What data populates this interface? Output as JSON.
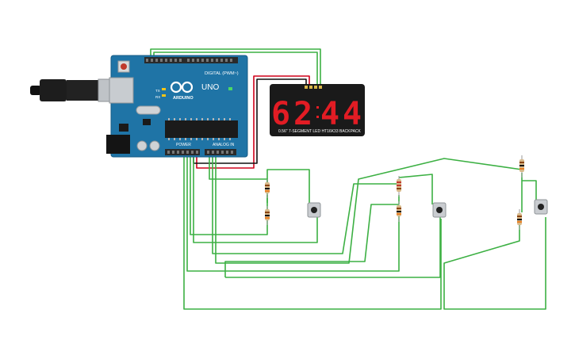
{
  "arduino": {
    "brand_label": "ARDUINO",
    "model_label": "UNO",
    "digital_label": "DIGITAL (PWM~)",
    "power_label": "POWER",
    "analog_label": "ANALOG IN",
    "tx_label": "TX",
    "rx_label": "RX",
    "board_color": "#1f74a6"
  },
  "display": {
    "digits": [
      "6",
      "2",
      "4",
      "4"
    ],
    "caption": "0.56\" 7-SEGMENT LED HT16K33 BACKPACK",
    "segment_color": "#e21c24",
    "body_color": "#1a1a1a"
  },
  "wire_colors": {
    "signal": "#3cb043",
    "power": "#d0021b",
    "ground": "#111111"
  },
  "components": {
    "resistor_count": 6,
    "button_count": 3
  }
}
